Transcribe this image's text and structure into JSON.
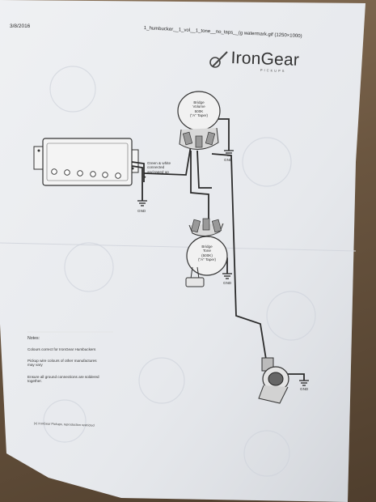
{
  "header": {
    "date": "3/8/2016",
    "filename": "1_humbucker__1_vol__1_tone__no_taps__(g watermark.gif (1250×1000)"
  },
  "brand": {
    "name": "IronGear",
    "tagline": "PICKUPS"
  },
  "labels": {
    "pickup_note": [
      "Green & white",
      "connected",
      "and taped up"
    ],
    "volume_pot": [
      "Bridge",
      "Volume",
      "500K",
      "(\"A\" Taper)"
    ],
    "tone_pot": [
      "Bridge",
      "Tone",
      "(500K)",
      "(\"A\" Taper)"
    ],
    "gnd": "GND"
  },
  "notes": {
    "title": "Notes:",
    "items": [
      [
        "Colours correct for IronGear Humbuckers"
      ],
      [
        "Pickup wire colours of other manufactures",
        "may vary"
      ],
      [
        "Ensure all ground connections are soldered",
        "together."
      ]
    ]
  },
  "footer": {
    "credit": "(c) IronGear Pickups, reproduction restricted"
  },
  "colors": {
    "paper": "#eceef2",
    "wire": "#2b2b2b",
    "pickup_body": "#f4f4f4"
  }
}
